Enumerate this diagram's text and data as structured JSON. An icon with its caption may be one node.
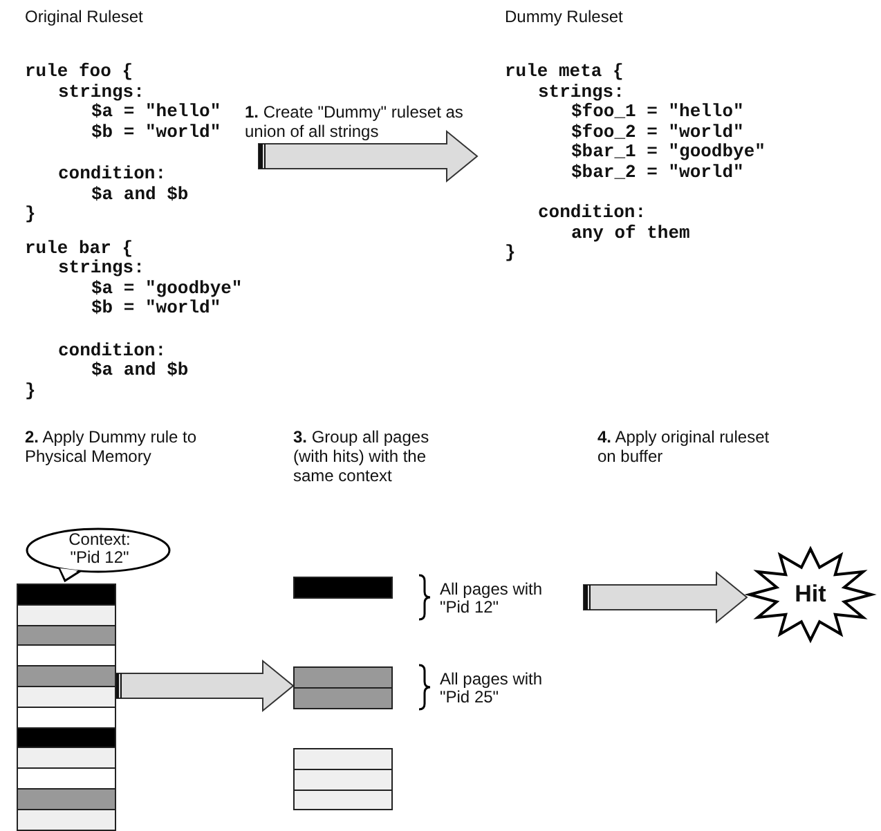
{
  "diagram": {
    "nodes": [
      {
        "text": [
          "Original Ruleset",
          "rule foo {",
          "strings:",
          "$a = \"hello\"",
          "$b = \"world\"",
          "condition:",
          "$a and $b",
          "}",
          "rule bar {",
          "strings:",
          "$a = \"goodbye\"",
          "$b = \"world\"",
          "condition:",
          "$a and $b",
          "}"
        ]
      },
      {
        "text": [
          "Dummy Ruleset",
          "rule meta {",
          "strings:",
          "$foo_1 = \"hello\"",
          "$foo_2 = \"world\"",
          "$bar_1 = \"goodbye\"",
          "$bar_2 = \"world\"",
          "condition:",
          "any of them",
          "}"
        ]
      },
      {
        "text": [
          "Context: \"Pid 12\""
        ]
      },
      {
        "text": [],
        "shape": "box"
      },
      {
        "text": [],
        "shape": "box",
        "beside": [
          "All pages with \"Pid 12\""
        ]
      },
      {
        "text": [],
        "shape": "box",
        "beside": [
          "All pages with \"Pid 25\""
        ]
      },
      {
        "text": [],
        "shape": "box"
      },
      {
        "text": [
          "Hit"
        ]
      }
    ],
    "edges": [
      {
        "from": 0,
        "to": 1,
        "arrow": "to",
        "label": "**1.** Create \"Dummy\" ruleset as union of all strings"
      },
      {
        "from": 3,
        "to": 5,
        "arrow": "to"
      },
      {
        "from": 4,
        "to": 7,
        "arrow": "to"
      }
    ],
    "labels": [
      "**2.** Apply Dummy rule to Physical Memory",
      "**3.** Group all pages (with hits) with the same context",
      "**4.** Apply original ruleset on buffer"
    ]
  }
}
